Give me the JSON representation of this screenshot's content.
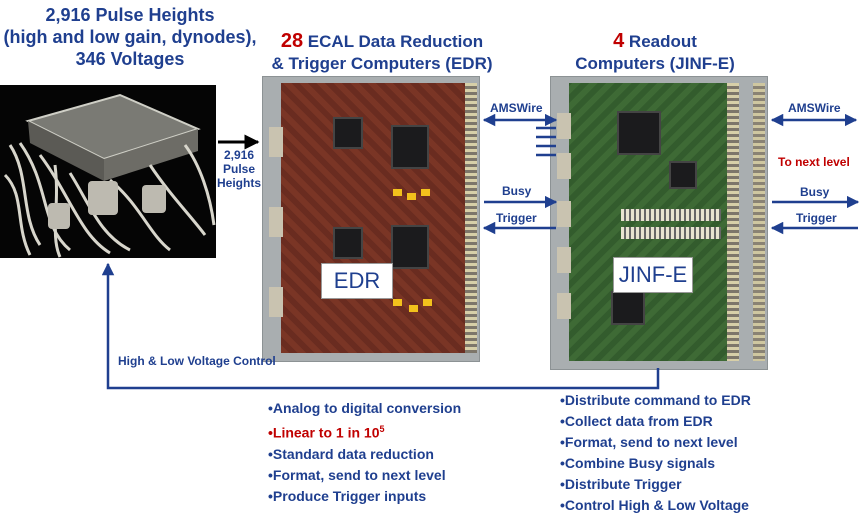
{
  "ecal_title": {
    "line1": "2,916 Pulse Heights",
    "line2": "(high and low gain, dynodes),",
    "line3": "346 Voltages"
  },
  "edr_title": {
    "count": "28",
    "line1_rest": " ECAL Data Reduction",
    "line2": "& Trigger Computers (EDR)"
  },
  "jinf_title": {
    "count": "4",
    "line1_rest": " Readout",
    "line2": "Computers (JINF-E)"
  },
  "pulse_label": {
    "line1": "2,916",
    "line2": "Pulse",
    "line3": "Heights"
  },
  "edr_box_label": "EDR",
  "jinf_box_label": "JINF-E",
  "link_labels": {
    "amswire_mid": "AMSWire",
    "busy_mid": "Busy",
    "trigger_mid": "Trigger",
    "amswire_right": "AMSWire",
    "next_level": "To next level",
    "busy_right": "Busy",
    "trigger_right": "Trigger"
  },
  "hv_control": "High & Low Voltage Control",
  "edr_functions": {
    "item1": "•Analog to digital conversion",
    "item2_base": "•Linear to 1 in 10",
    "item2_exp": "5",
    "item3": "•Standard data reduction",
    "item4": "•Format, send to next level",
    "item5": "•Produce Trigger inputs"
  },
  "jinf_functions": [
    "•Distribute command to EDR",
    "•Collect data from EDR",
    "•Format, send to next level",
    "•Combine Busy signals",
    "•Distribute Trigger",
    "•Control High & Low Voltage"
  ],
  "colors": {
    "navy": "#1f3f8f",
    "red": "#c00000"
  }
}
